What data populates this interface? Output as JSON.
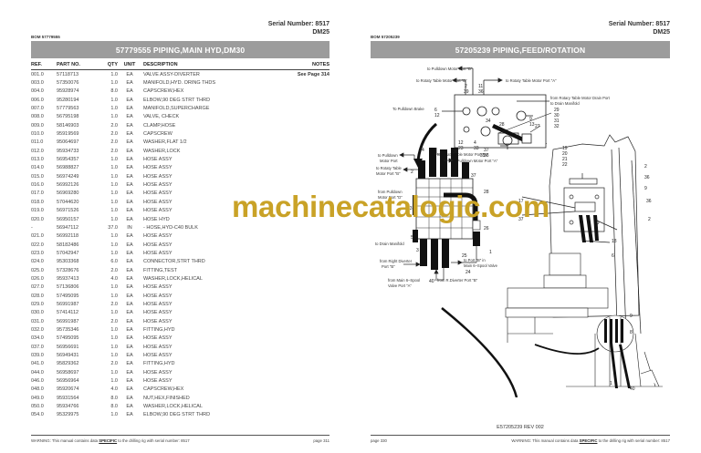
{
  "left_page": {
    "serial_number": "Serial Number: 8517",
    "model": "DM25",
    "bom_label": "BOM 57779555",
    "title": "57779555 PIPING,MAIN HYD,DM30",
    "columns": {
      "ref": "REF.",
      "part": "PART NO.",
      "qty": "QTY",
      "unit": "UNIT",
      "desc": "DESCRIPTION",
      "notes": "NOTES"
    },
    "rows": [
      {
        "ref": "001.0",
        "part": "57118713",
        "qty": "1.0",
        "unit": "EA",
        "desc": "VALVE ASSY-DIVERTER",
        "notes": "See Page 314"
      },
      {
        "ref": "003.0",
        "part": "57350076",
        "qty": "1.0",
        "unit": "EA",
        "desc": "MANIFOLD,HYD. ORING THDS",
        "notes": ""
      },
      {
        "ref": "004.0",
        "part": "95928974",
        "qty": "8.0",
        "unit": "EA",
        "desc": "CAPSCREW,HEX",
        "notes": ""
      },
      {
        "ref": "006.0",
        "part": "95280194",
        "qty": "1.0",
        "unit": "EA",
        "desc": "ELBOW,90 DEG STRT THRD",
        "notes": ""
      },
      {
        "ref": "007.0",
        "part": "57779563",
        "qty": "1.0",
        "unit": "EA",
        "desc": "MANIFOLD,SUPERCHARGE",
        "notes": ""
      },
      {
        "ref": "008.0",
        "part": "56795198",
        "qty": "1.0",
        "unit": "EA",
        "desc": "VALVE, CHECK",
        "notes": ""
      },
      {
        "ref": "009.0",
        "part": "58146903",
        "qty": "2.0",
        "unit": "EA",
        "desc": "CLAMP,HOSE",
        "notes": ""
      },
      {
        "ref": "010.0",
        "part": "95919569",
        "qty": "2.0",
        "unit": "EA",
        "desc": "CAPSCREW",
        "notes": ""
      },
      {
        "ref": "011.0",
        "part": "95064697",
        "qty": "2.0",
        "unit": "EA",
        "desc": "WASHER,FLAT 1/2",
        "notes": ""
      },
      {
        "ref": "012.0",
        "part": "95934733",
        "qty": "2.0",
        "unit": "EA",
        "desc": "WASHER,LOCK",
        "notes": ""
      },
      {
        "ref": "013.0",
        "part": "56954357",
        "qty": "1.0",
        "unit": "EA",
        "desc": "HOSE ASSY",
        "notes": ""
      },
      {
        "ref": "014.0",
        "part": "56988827",
        "qty": "1.0",
        "unit": "EA",
        "desc": "HOSE ASSY",
        "notes": ""
      },
      {
        "ref": "015.0",
        "part": "56974249",
        "qty": "1.0",
        "unit": "EA",
        "desc": "HOSE ASSY",
        "notes": ""
      },
      {
        "ref": "016.0",
        "part": "56992126",
        "qty": "1.0",
        "unit": "EA",
        "desc": "HOSE ASSY",
        "notes": ""
      },
      {
        "ref": "017.0",
        "part": "56969280",
        "qty": "1.0",
        "unit": "EA",
        "desc": "HOSE ASSY",
        "notes": ""
      },
      {
        "ref": "018.0",
        "part": "57044620",
        "qty": "1.0",
        "unit": "EA",
        "desc": "HOSE ASSY",
        "notes": ""
      },
      {
        "ref": "019.0",
        "part": "56971526",
        "qty": "1.0",
        "unit": "EA",
        "desc": "HOSE ASSY",
        "notes": ""
      },
      {
        "ref": "020.0",
        "part": "56950157",
        "qty": "1.0",
        "unit": "EA",
        "desc": "HOSE HYD",
        "notes": ""
      },
      {
        "ref": "-",
        "part": "56947112",
        "qty": "37.0",
        "unit": "IN",
        "desc": "- HOSE,HYD-C40 BULK",
        "notes": ""
      },
      {
        "ref": "021.0",
        "part": "56992118",
        "qty": "1.0",
        "unit": "EA",
        "desc": "HOSE ASSY",
        "notes": ""
      },
      {
        "ref": "022.0",
        "part": "58182486",
        "qty": "1.0",
        "unit": "EA",
        "desc": "HOSE ASSY",
        "notes": ""
      },
      {
        "ref": "023.0",
        "part": "57042947",
        "qty": "1.0",
        "unit": "EA",
        "desc": "HOSE ASSY",
        "notes": ""
      },
      {
        "ref": "024.0",
        "part": "95303368",
        "qty": "6.0",
        "unit": "EA",
        "desc": "CONNECTOR,STRT THRD",
        "notes": ""
      },
      {
        "ref": "025.0",
        "part": "57328676",
        "qty": "2.0",
        "unit": "EA",
        "desc": "FITTING,TEST",
        "notes": ""
      },
      {
        "ref": "026.0",
        "part": "95937413",
        "qty": "4.0",
        "unit": "EA",
        "desc": "WASHER,LOCK,HELICAL",
        "notes": ""
      },
      {
        "ref": "027.0",
        "part": "57136806",
        "qty": "1.0",
        "unit": "EA",
        "desc": "HOSE ASSY",
        "notes": ""
      },
      {
        "ref": "028.0",
        "part": "57495095",
        "qty": "1.0",
        "unit": "EA",
        "desc": "HOSE ASSY",
        "notes": ""
      },
      {
        "ref": "029.0",
        "part": "56991987",
        "qty": "2.0",
        "unit": "EA",
        "desc": "HOSE ASSY",
        "notes": ""
      },
      {
        "ref": "030.0",
        "part": "57414112",
        "qty": "1.0",
        "unit": "EA",
        "desc": "HOSE ASSY",
        "notes": ""
      },
      {
        "ref": "031.0",
        "part": "56991987",
        "qty": "2.0",
        "unit": "EA",
        "desc": "HOSE ASSY",
        "notes": ""
      },
      {
        "ref": "032.0",
        "part": "95735346",
        "qty": "1.0",
        "unit": "EA",
        "desc": "FITTING,HYD",
        "notes": ""
      },
      {
        "ref": "034.0",
        "part": "57495095",
        "qty": "1.0",
        "unit": "EA",
        "desc": "HOSE ASSY",
        "notes": ""
      },
      {
        "ref": "037.0",
        "part": "56956691",
        "qty": "1.0",
        "unit": "EA",
        "desc": "HOSE ASSY",
        "notes": ""
      },
      {
        "ref": "039.0",
        "part": "56949431",
        "qty": "1.0",
        "unit": "EA",
        "desc": "HOSE ASSY",
        "notes": ""
      },
      {
        "ref": "041.0",
        "part": "95829362",
        "qty": "2.0",
        "unit": "EA",
        "desc": "FITTING,HYD",
        "notes": ""
      },
      {
        "ref": "044.0",
        "part": "56958697",
        "qty": "1.0",
        "unit": "EA",
        "desc": "HOSE ASSY",
        "notes": ""
      },
      {
        "ref": "046.0",
        "part": "56956964",
        "qty": "1.0",
        "unit": "EA",
        "desc": "HOSE ASSY",
        "notes": ""
      },
      {
        "ref": "048.0",
        "part": "95920674",
        "qty": "4.0",
        "unit": "EA",
        "desc": "CAPSCREW,HEX",
        "notes": ""
      },
      {
        "ref": "049.0",
        "part": "95931564",
        "qty": "8.0",
        "unit": "EA",
        "desc": "NUT,HEX,FINISHED",
        "notes": ""
      },
      {
        "ref": "050.0",
        "part": "95934766",
        "qty": "8.0",
        "unit": "EA",
        "desc": "WASHER,LOCK,HELICAL",
        "notes": ""
      },
      {
        "ref": "054.0",
        "part": "95329975",
        "qty": "1.0",
        "unit": "EA",
        "desc": "ELBOW,90 DEG STRT THRD",
        "notes": ""
      }
    ],
    "footer": {
      "warning_prefix": "WARNING:  This manual contains data ",
      "warning_emph": "SPECIFIC",
      "warning_suffix": " to the drilling rig with serial number: 8517",
      "page": "page 311"
    }
  },
  "right_page": {
    "serial_number": "Serial Number: 8517",
    "model": "DM25",
    "bom_label": "BOM 57205239",
    "title": "57205239 PIPING,FEED/ROTATION",
    "diagram_labels": {
      "pulldown_b_top": "to Pulldown Motor Port \"B\"",
      "rotary_b_top": "to Rotaty Table Motor Port \"B\"",
      "rotary_a_top": "to Rotaty Table Motor Port \"A\"",
      "rotary_drain": "from Rotary Table Motor Drain  Port",
      "to_drain_manifold_top": "to Drain Manifold",
      "pulldown_brake": "To Pulldown Brake",
      "pulldown_a_mid": "to Pulldown Motor Port \"A\"",
      "rotary_a_mid": "to Rotaty Table Motor Port \"A\"",
      "pulldown_port_l1": "to Pulldown",
      "pulldown_port_l2": "Motor Port",
      "rotary_b_l1": "to Rotaty Table",
      "rotary_b_l2": "Motor Port \"B\"",
      "pulldown_a_right": "to Pulldown Motor Port \"A\"",
      "from_pulldown_l1": "from Pulldown",
      "from_pulldown_l2": "Motor Port \"D\"",
      "to_drain_manifold": "to Drain Manifold",
      "right_diverter_l1": "from  Right  Diverter",
      "right_diverter_l2": "Port \"B\"",
      "port_b_l1": "to Port \"B\" in",
      "port_b_l2": "Main 6–Spool Valve",
      "main6_l1": "from Main 6–Spool",
      "main6_l2": "Valve Port \"A\"",
      "r_diverter": "from R.Diverter Port \"B\""
    },
    "callouts": [
      "2",
      "39",
      "11",
      "36",
      "6",
      "12",
      "9",
      "13",
      "34",
      "28",
      "29",
      "30",
      "31",
      "32",
      "27",
      "12",
      "23",
      "4",
      "33",
      "35",
      "37",
      "38",
      "19",
      "20",
      "21",
      "22",
      "2",
      "36",
      "9",
      "36",
      "4",
      "36",
      "2",
      "37",
      "23",
      "28",
      "5",
      "26",
      "3",
      "25",
      "1",
      "24",
      "40",
      "17",
      "37",
      "18",
      "6",
      "2",
      "9",
      "8",
      "1",
      "40"
    ],
    "caption": "E57205239 REV 002",
    "footer": {
      "page": "page 330",
      "warning_prefix": "WARNING:  This manual contains data ",
      "warning_emph": "SPECIFIC",
      "warning_suffix": " to the drilling rig with serial number: 8517"
    }
  },
  "watermark": "machinecatalogic.com"
}
